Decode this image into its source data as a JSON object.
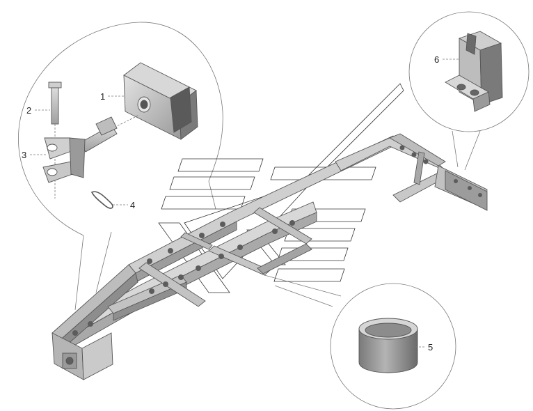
{
  "callouts": [
    {
      "id": "1",
      "label": "1"
    },
    {
      "id": "2",
      "label": "2"
    },
    {
      "id": "3",
      "label": "3"
    },
    {
      "id": "4",
      "label": "4"
    },
    {
      "id": "5",
      "label": "5"
    },
    {
      "id": "6",
      "label": "6"
    }
  ],
  "colors": {
    "steel_light": "#d2d2d2",
    "steel_mid": "#a8a8a8",
    "steel_dark": "#6e6e6e",
    "outline": "#555555",
    "watermark": "#333333"
  }
}
